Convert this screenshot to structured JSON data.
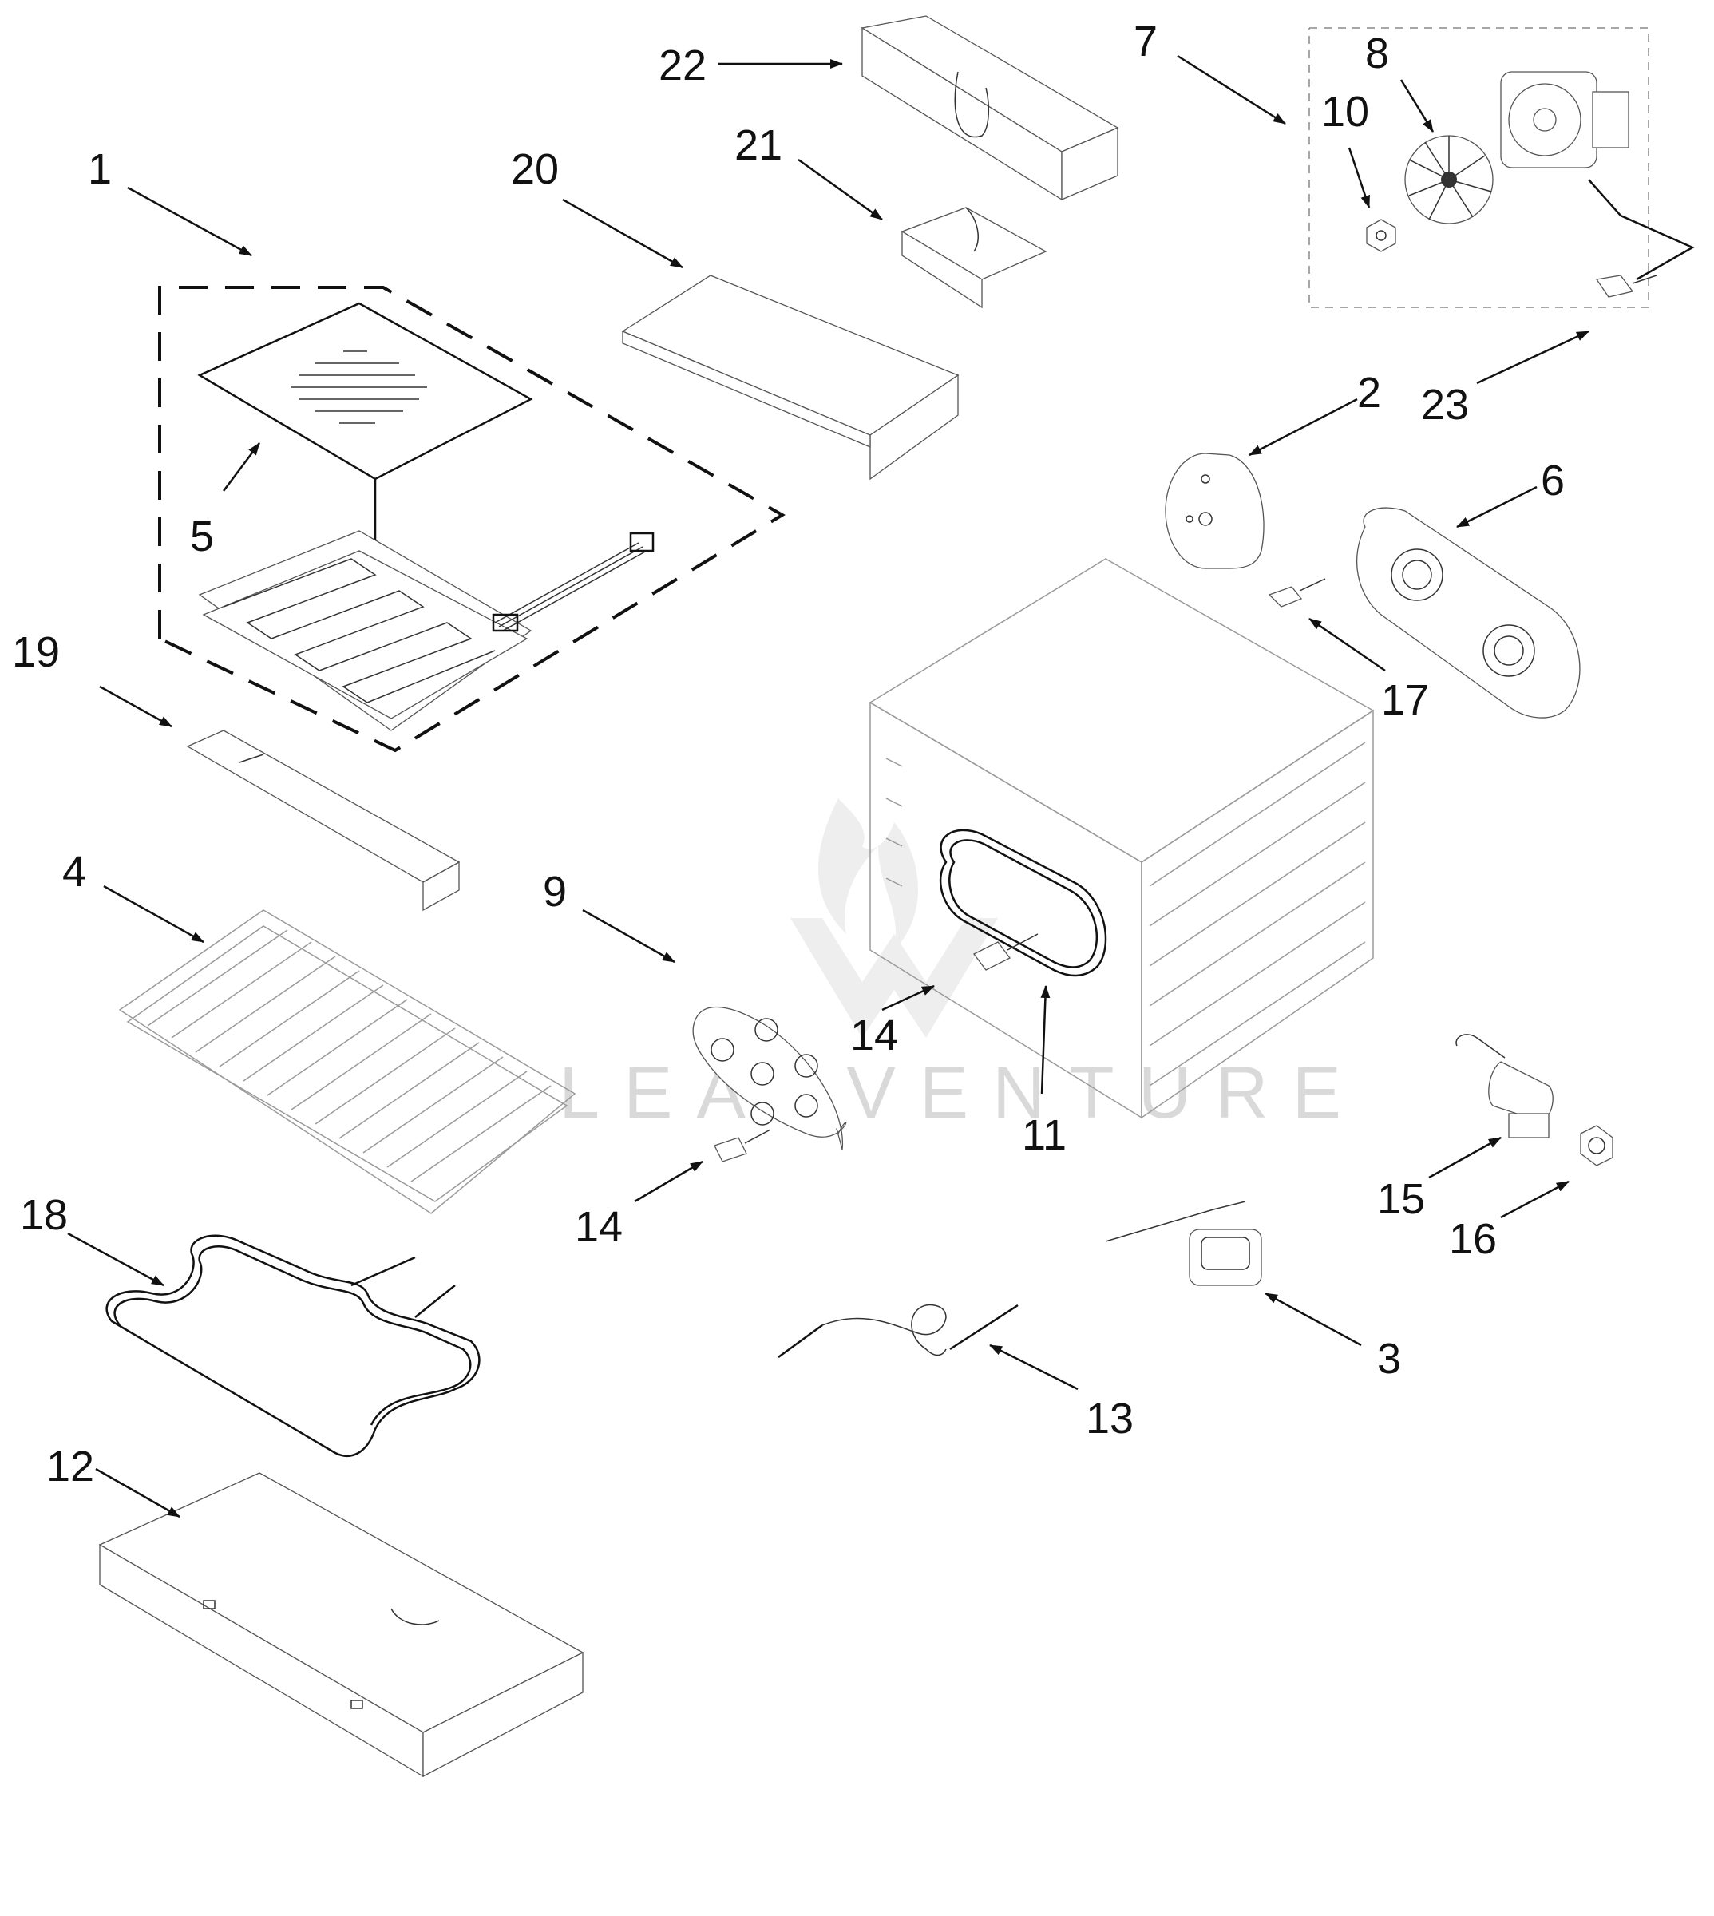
{
  "watermark": "LEADVENTURE",
  "callouts": {
    "c1": "1",
    "c2": "2",
    "c3": "3",
    "c4": "4",
    "c5": "5",
    "c6": "6",
    "c7": "7",
    "c8": "8",
    "c9": "9",
    "c10": "10",
    "c11": "11",
    "c12": "12",
    "c13": "13",
    "c14a": "14",
    "c14b": "14",
    "c15": "15",
    "c16": "16",
    "c17": "17",
    "c18": "18",
    "c19": "19",
    "c20": "20",
    "c21": "21",
    "c22": "22",
    "c23": "23"
  }
}
